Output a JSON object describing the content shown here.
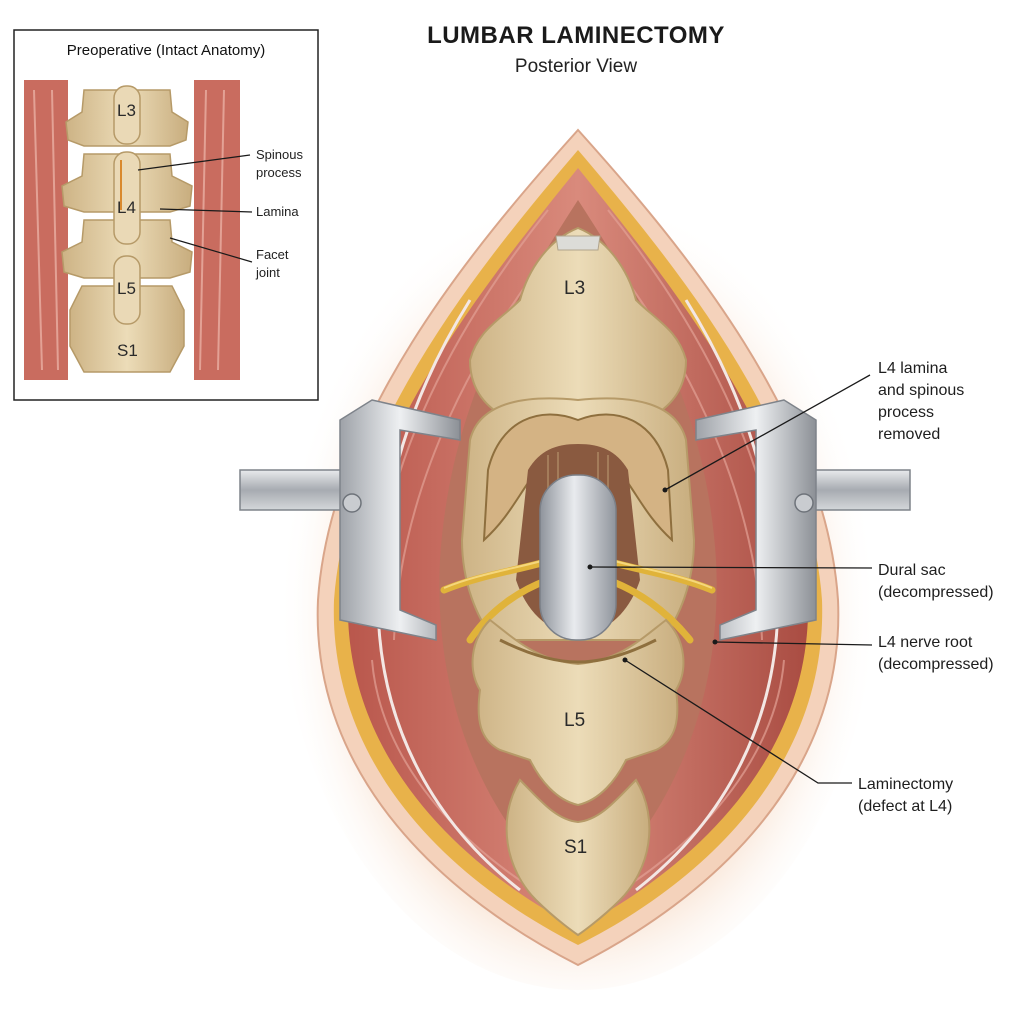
{
  "header": {
    "title": "LUMBAR LAMINECTOMY",
    "subtitle": "Posterior View"
  },
  "inset": {
    "title": "Preoperative (Intact Anatomy)",
    "levels": [
      "L3",
      "L4",
      "L5",
      "S1"
    ],
    "labels": {
      "spinous": [
        "Spinous",
        "process"
      ],
      "lamina": "Lamina",
      "facet": [
        "Facet",
        "joint"
      ]
    }
  },
  "main": {
    "levels": [
      "L3",
      "L5",
      "S1"
    ],
    "callouts": {
      "removed": [
        "L4 lamina",
        "and spinous",
        "process",
        "removed"
      ],
      "dural": [
        "Dural sac",
        "(decompressed)"
      ],
      "nerve": [
        "L4 nerve root",
        "(decompressed)"
      ],
      "defect": [
        "Laminectomy",
        "(defect at L4)"
      ]
    }
  },
  "colors": {
    "bone": "#e6d3ac",
    "bone_shadow": "#c9ae7c",
    "muscle": "#c9695c",
    "fat": "#e8b64c",
    "skin": "#f3cdb4",
    "dura": "#c9ccd2",
    "nerve": "#e0b33a",
    "metal": "#b3b7bd"
  }
}
